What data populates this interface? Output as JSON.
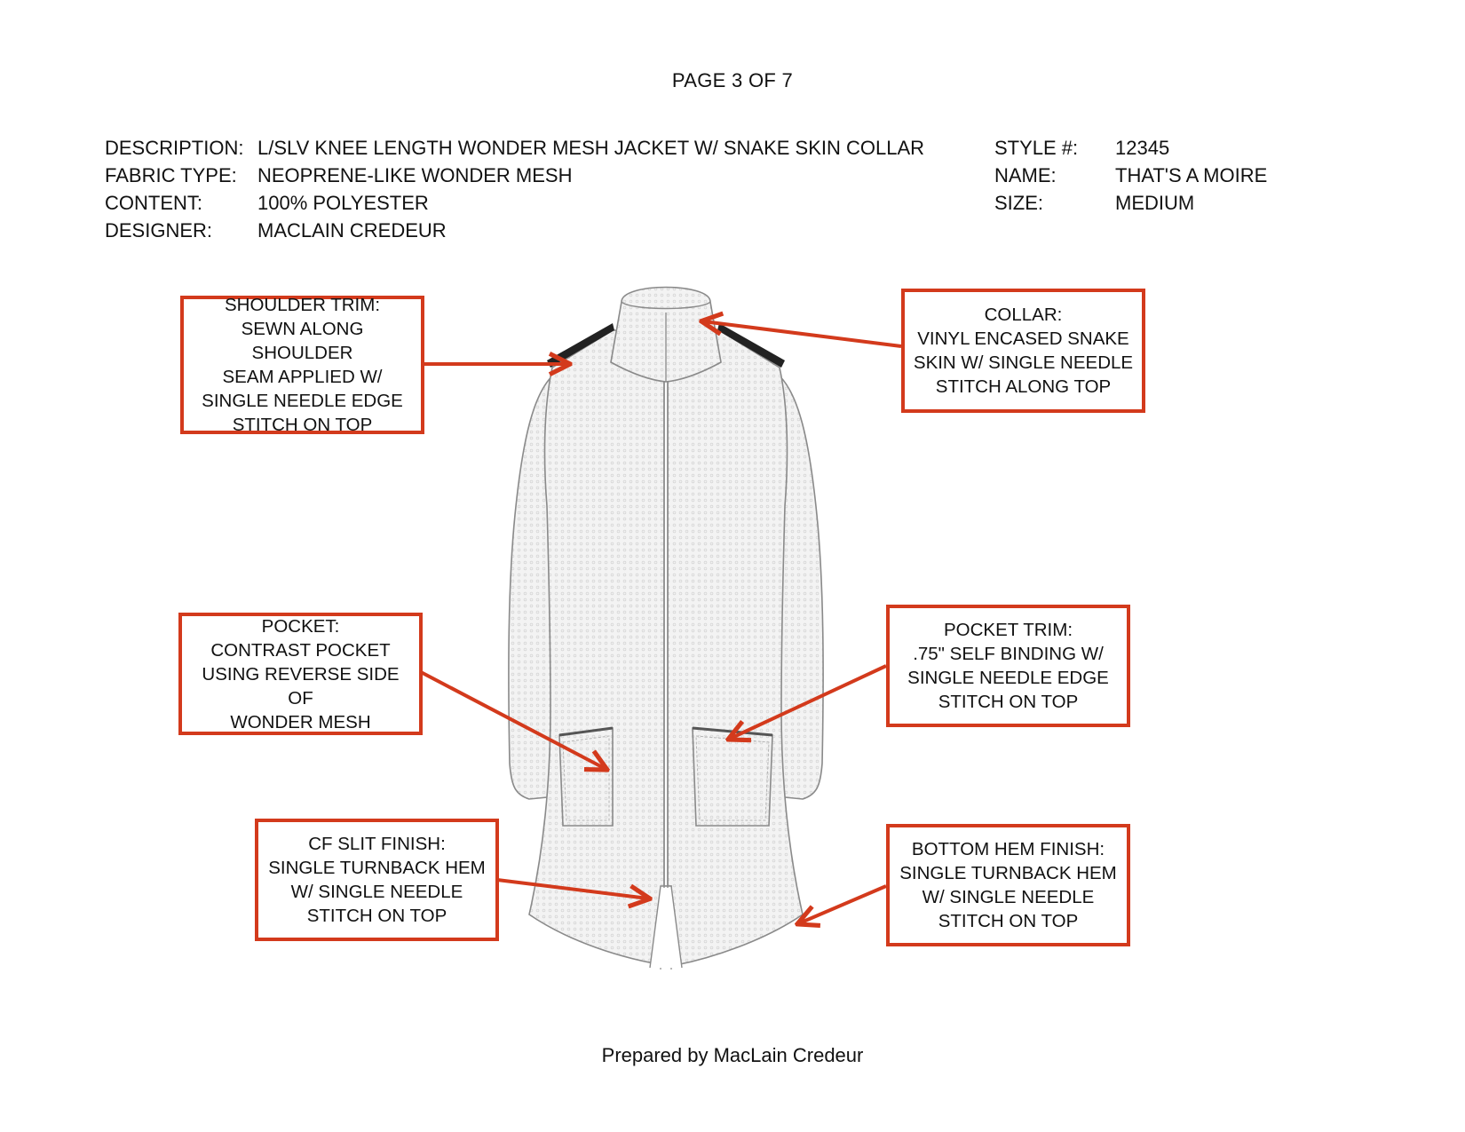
{
  "page": {
    "title": "PAGE 3 OF 7",
    "footer": "Prepared by MacLain Credeur"
  },
  "spec": {
    "left": [
      {
        "label": "DESCRIPTION:",
        "value": "L/SLV KNEE LENGTH WONDER MESH JACKET W/ SNAKE SKIN COLLAR"
      },
      {
        "label": "FABRIC TYPE:",
        "value": "NEOPRENE-LIKE WONDER MESH"
      },
      {
        "label": "CONTENT:",
        "value": "100% POLYESTER"
      },
      {
        "label": "DESIGNER:",
        "value": "MACLAIN CREDEUR"
      }
    ],
    "right": [
      {
        "label": "STYLE #:",
        "value": "12345"
      },
      {
        "label": "NAME:",
        "value": "THAT'S A MOIRE"
      },
      {
        "label": "SIZE:",
        "value": "MEDIUM"
      }
    ]
  },
  "callouts": {
    "shoulder_trim": "SHOULDER TRIM:\nSEWN ALONG SHOULDER\nSEAM APPLIED W/\nSINGLE NEEDLE EDGE\nSTITCH ON TOP",
    "collar": "COLLAR:\nVINYL ENCASED SNAKE\nSKIN W/ SINGLE NEEDLE\nSTITCH ALONG TOP",
    "pocket": "POCKET:\nCONTRAST POCKET\nUSING REVERSE SIDE OF\nWONDER MESH",
    "pocket_trim": "POCKET TRIM:\n.75\" SELF BINDING W/\nSINGLE NEEDLE EDGE\nSTITCH ON TOP",
    "cf_slit": "CF SLIT FINISH:\nSINGLE TURNBACK HEM\nW/ SINGLE NEEDLE\nSTITCH ON TOP",
    "bottom_hem": "BOTTOM HEM FINISH:\nSINGLE TURNBACK HEM\nW/ SINGLE NEEDLE\nSTITCH ON TOP"
  },
  "colors": {
    "accent": "#d33a1c",
    "outline": "#8a8a8a",
    "fabric": "#f1f1f1",
    "trim": "#222222"
  }
}
